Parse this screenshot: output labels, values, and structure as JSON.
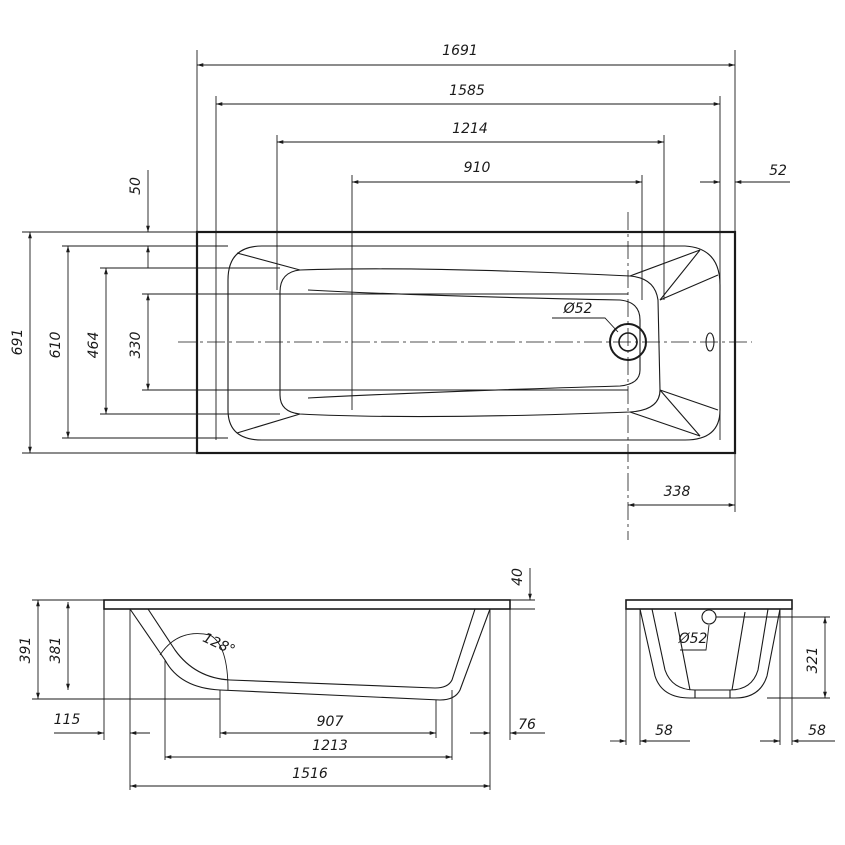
{
  "top_view": {
    "overall_length": "1691",
    "inner_length": "1585",
    "bottom_length": "1214",
    "flat_bottom_length": "910",
    "rim_edge_right": "52",
    "rim_edge_top": "50",
    "overall_width": "691",
    "inner_width": "610",
    "bottom_width": "464",
    "flat_bottom_width": "330",
    "drain_diameter": "Ø52",
    "drain_offset": "338"
  },
  "side_view": {
    "rim_thickness": "40",
    "overall_height": "391",
    "inner_depth": "381",
    "backrest_angle": "128°",
    "left_offset": "115",
    "right_offset": "76",
    "flat_bottom_length": "907",
    "bottom_length": "1213",
    "base_length": "1516"
  },
  "end_view": {
    "overflow_diameter": "Ø52",
    "overflow_height": "321",
    "left_offset": "58",
    "right_offset": "58"
  }
}
